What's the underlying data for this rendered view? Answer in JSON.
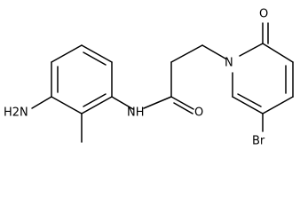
{
  "molecule": {
    "atoms": {
      "nh2": "H2N",
      "nh": "NH",
      "o_amide": "O",
      "n_ring": "N",
      "o_ring": "O",
      "br": "Br"
    }
  }
}
